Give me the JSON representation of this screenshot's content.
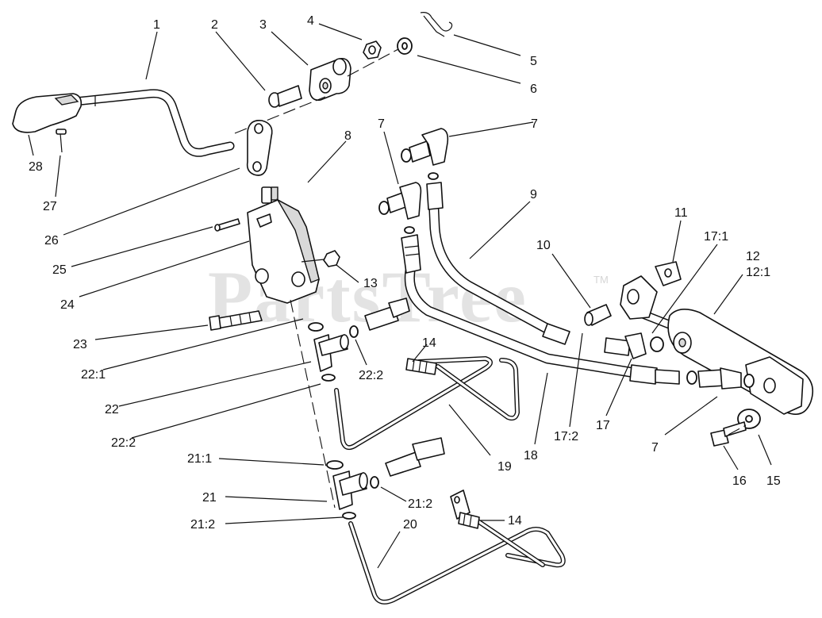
{
  "watermark": {
    "text": "PartsTree",
    "trademark": "TM"
  },
  "callouts": [
    {
      "id": "c1",
      "label": "1"
    },
    {
      "id": "c2",
      "label": "2"
    },
    {
      "id": "c3",
      "label": "3"
    },
    {
      "id": "c4",
      "label": "4"
    },
    {
      "id": "c5",
      "label": "5"
    },
    {
      "id": "c6",
      "label": "6"
    },
    {
      "id": "c7a",
      "label": "7"
    },
    {
      "id": "c7b",
      "label": "7"
    },
    {
      "id": "c7c",
      "label": "7"
    },
    {
      "id": "c8",
      "label": "8"
    },
    {
      "id": "c9",
      "label": "9"
    },
    {
      "id": "c10",
      "label": "10"
    },
    {
      "id": "c11",
      "label": "11"
    },
    {
      "id": "c12",
      "label": "12"
    },
    {
      "id": "c12_1",
      "label": "12:1"
    },
    {
      "id": "c13",
      "label": "13"
    },
    {
      "id": "c14a",
      "label": "14"
    },
    {
      "id": "c14b",
      "label": "14"
    },
    {
      "id": "c15",
      "label": "15"
    },
    {
      "id": "c16",
      "label": "16"
    },
    {
      "id": "c17",
      "label": "17"
    },
    {
      "id": "c17_1",
      "label": "17:1"
    },
    {
      "id": "c17_2",
      "label": "17:2"
    },
    {
      "id": "c18",
      "label": "18"
    },
    {
      "id": "c19",
      "label": "19"
    },
    {
      "id": "c20",
      "label": "20"
    },
    {
      "id": "c21",
      "label": "21"
    },
    {
      "id": "c21_1",
      "label": "21:1"
    },
    {
      "id": "c21_2a",
      "label": "21:2"
    },
    {
      "id": "c21_2b",
      "label": "21:2"
    },
    {
      "id": "c22",
      "label": "22"
    },
    {
      "id": "c22_1",
      "label": "22:1"
    },
    {
      "id": "c22_2a",
      "label": "22:2"
    },
    {
      "id": "c22_2b",
      "label": "22:2"
    },
    {
      "id": "c23",
      "label": "23"
    },
    {
      "id": "c24",
      "label": "24"
    },
    {
      "id": "c25",
      "label": "25"
    },
    {
      "id": "c26",
      "label": "26"
    },
    {
      "id": "c27",
      "label": "27"
    },
    {
      "id": "c28",
      "label": "28"
    }
  ]
}
